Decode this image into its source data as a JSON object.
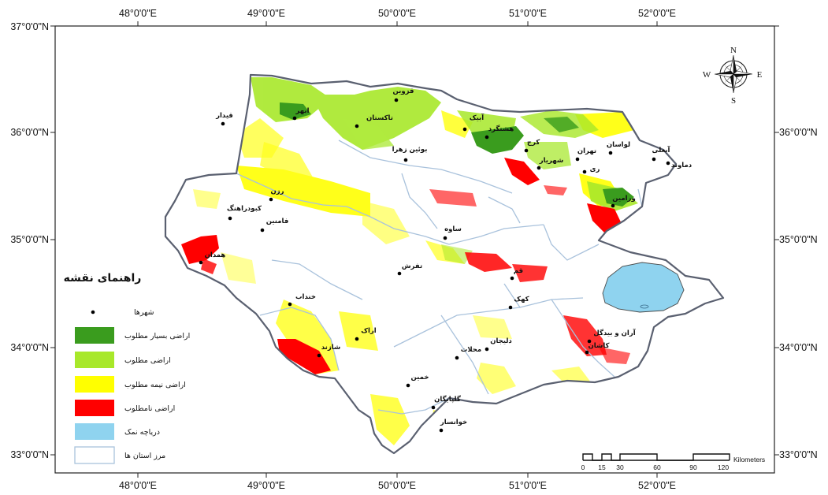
{
  "coordinates": {
    "longitude_labels": [
      "48°0'0\"E",
      "49°0'0\"E",
      "50°0'0\"E",
      "51°0'0\"E",
      "52°0'0\"E"
    ],
    "latitude_labels": [
      "37°0'0\"N",
      "36°0'0\"N",
      "35°0'0\"N",
      "34°0'0\"N",
      "33°0'0\"N"
    ]
  },
  "cities": [
    {
      "label": "قزوین"
    },
    {
      "label": "ابهر"
    },
    {
      "label": "قیدار"
    },
    {
      "label": "تاکستان"
    },
    {
      "label": "آبیک"
    },
    {
      "label": "هشتگرد"
    },
    {
      "label": "بوئین زهرا"
    },
    {
      "label": "کرج"
    },
    {
      "label": "تهران"
    },
    {
      "label": "لواسان"
    },
    {
      "label": "آبعلی"
    },
    {
      "label": "دماوند"
    },
    {
      "label": "شهریار"
    },
    {
      "label": "ری"
    },
    {
      "label": "ورامین"
    },
    {
      "label": "رزن"
    },
    {
      "label": "کبودراهنگ"
    },
    {
      "label": "فامنین"
    },
    {
      "label": "همدان"
    },
    {
      "label": "ساوه"
    },
    {
      "label": "تفرش"
    },
    {
      "label": "قم"
    },
    {
      "label": "کهک"
    },
    {
      "label": "خنداب"
    },
    {
      "label": "اراک"
    },
    {
      "label": "شازند"
    },
    {
      "label": "دلیجان"
    },
    {
      "label": "محلات"
    },
    {
      "label": "خمین"
    },
    {
      "label": "گلپایگان"
    },
    {
      "label": "خوانسار"
    },
    {
      "label": "آران و بیدگل"
    },
    {
      "label": "کاشان"
    }
  ],
  "legend": {
    "title": "راهنمای نقشه",
    "items": [
      {
        "label": "شهرها",
        "color": "#000000"
      },
      {
        "label": "اراضی بسیار مطلوب",
        "color": "#3a9c1e"
      },
      {
        "label": "اراضی مطلوب",
        "color": "#a8e82a"
      },
      {
        "label": "اراضی نیمه مطلوب",
        "color": "#ffff00"
      },
      {
        "label": "اراضی نامطلوب",
        "color": "#ff0000"
      },
      {
        "label": "دریاچه نمک",
        "color": "#8fd3ef"
      },
      {
        "label": "مرز استان ها",
        "color": "#a9c2dc"
      }
    ]
  },
  "scale_bar": {
    "ticks": [
      "0",
      "15",
      "30",
      "60",
      "90",
      "120"
    ],
    "unit": "Kilometers"
  },
  "north_arrow": {
    "n": "N",
    "s": "S",
    "e": "E",
    "w": "W"
  }
}
